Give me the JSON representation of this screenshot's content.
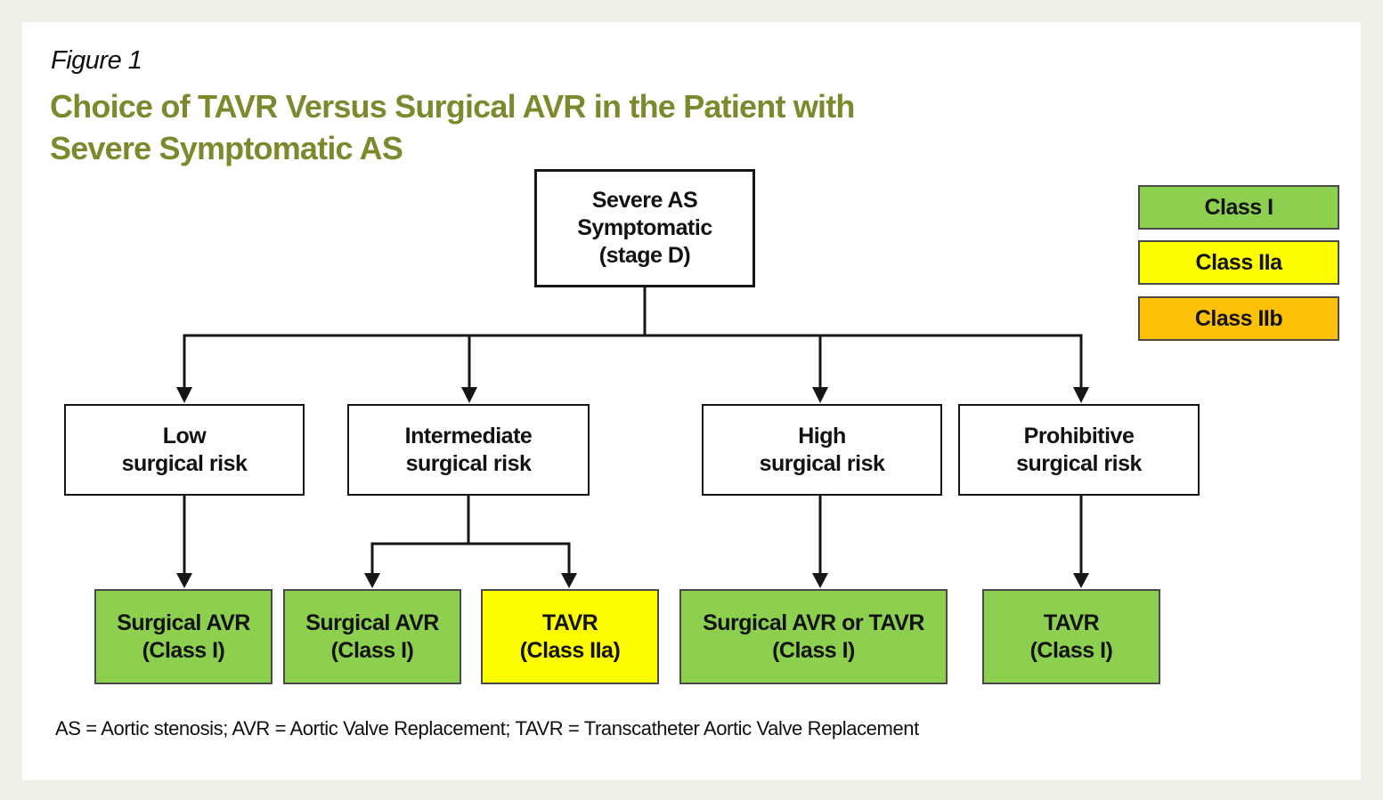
{
  "figure": {
    "label": "Figure 1",
    "title_line1": "Choice of TAVR Versus Surgical AVR in the Patient",
    "title_line2": "with Severe Symptomatic AS"
  },
  "legend": {
    "items": [
      {
        "label": "Class I",
        "color": "#8dd04f"
      },
      {
        "label": "Class IIa",
        "color": "#fdfd00"
      },
      {
        "label": "Class IIb",
        "color": "#ffc107"
      }
    ]
  },
  "flowchart": {
    "root": {
      "lines": [
        "Severe AS",
        "Symptomatic",
        "(stage D)"
      ]
    },
    "risk_nodes": [
      {
        "lines": [
          "Low",
          "surgical risk"
        ]
      },
      {
        "lines": [
          "Intermediate",
          "surgical risk"
        ]
      },
      {
        "lines": [
          "High",
          "surgical risk"
        ]
      },
      {
        "lines": [
          "Prohibitive",
          "surgical risk"
        ]
      }
    ],
    "outcome_nodes": [
      {
        "lines": [
          "Surgical AVR",
          "(Class I)"
        ],
        "recommendation_class": "Class I"
      },
      {
        "lines": [
          "Surgical AVR",
          "(Class I)"
        ],
        "recommendation_class": "Class I"
      },
      {
        "lines": [
          "TAVR",
          "(Class IIa)"
        ],
        "recommendation_class": "Class IIa"
      },
      {
        "lines": [
          "Surgical AVR or TAVR",
          "(Class I)"
        ],
        "recommendation_class": "Class I"
      },
      {
        "lines": [
          "TAVR",
          "(Class I)"
        ],
        "recommendation_class": "Class I"
      }
    ]
  },
  "footnote": "AS = Aortic stenosis; AVR = Aortic Valve Replacement; TAVR = Transcatheter Aortic Valve Replacement",
  "colors": {
    "class_i": "#8dd04f",
    "class_iia": "#fdfd00",
    "class_iib": "#ffc107",
    "title": "#7a8b2e",
    "line": "#161616",
    "page_background": "#f0efe7",
    "card_background": "#ffffff"
  }
}
